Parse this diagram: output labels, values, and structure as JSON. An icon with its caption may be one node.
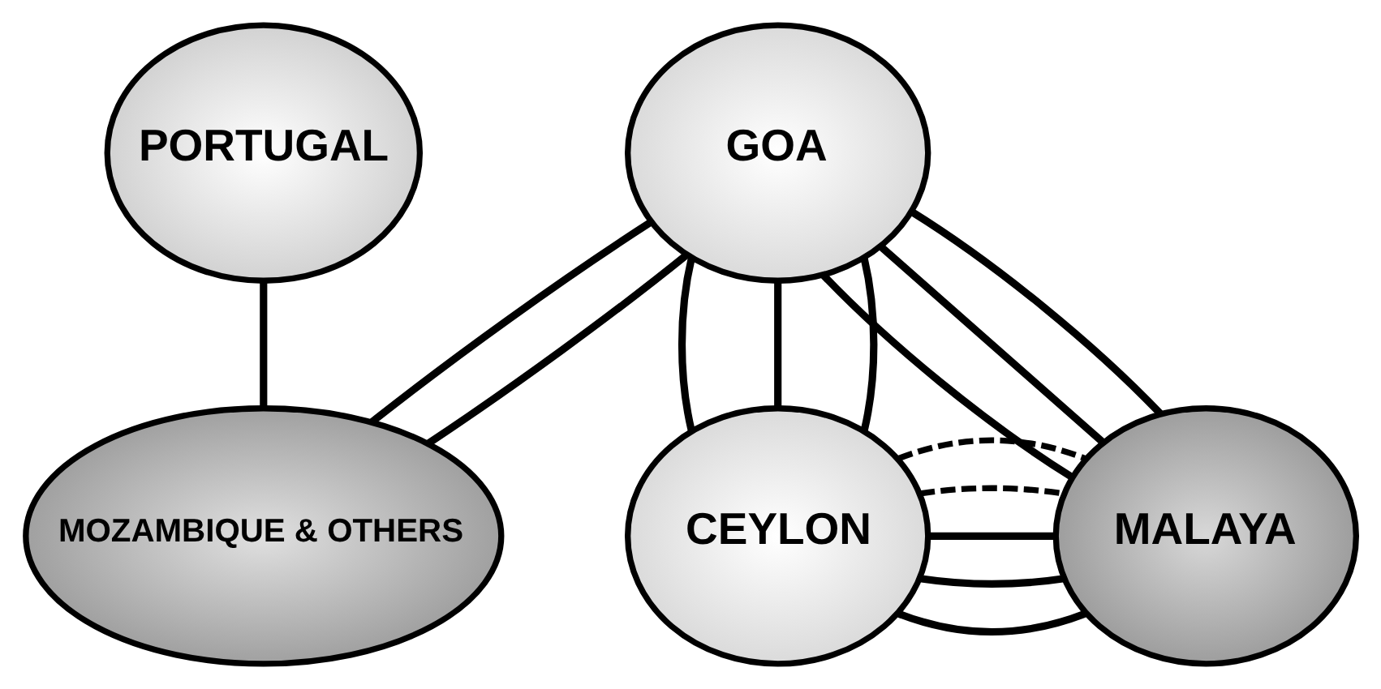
{
  "diagram": {
    "nodes": [
      {
        "text": [
          "PORTUGAL"
        ]
      },
      {
        "text": [
          "GOA"
        ]
      },
      {
        "text": [
          "MOZAMBIQUE & OTHERS"
        ]
      },
      {
        "text": [
          "CEYLON"
        ]
      },
      {
        "text": [
          "MALAYA"
        ]
      }
    ],
    "edges": [
      {
        "from": 0,
        "to": 2,
        "arrow": "none"
      },
      {
        "from": 2,
        "to": 1,
        "arrow": "none"
      },
      {
        "from": 2,
        "to": 1,
        "arrow": "none"
      },
      {
        "from": 1,
        "to": 3,
        "arrow": "none"
      },
      {
        "from": 1,
        "to": 3,
        "arrow": "none"
      },
      {
        "from": 1,
        "to": 3,
        "arrow": "none"
      },
      {
        "from": 1,
        "to": 4,
        "arrow": "none"
      },
      {
        "from": 1,
        "to": 4,
        "arrow": "none"
      },
      {
        "from": 1,
        "to": 4,
        "arrow": "none"
      },
      {
        "from": 3,
        "to": 4,
        "arrow": "none"
      },
      {
        "from": 3,
        "to": 4,
        "arrow": "none"
      },
      {
        "from": 3,
        "to": 4,
        "arrow": "none"
      },
      {
        "from": 3,
        "to": 4,
        "arrow": "none",
        "style": "dashed"
      },
      {
        "from": 3,
        "to": 4,
        "arrow": "none",
        "style": "dashed"
      }
    ]
  }
}
